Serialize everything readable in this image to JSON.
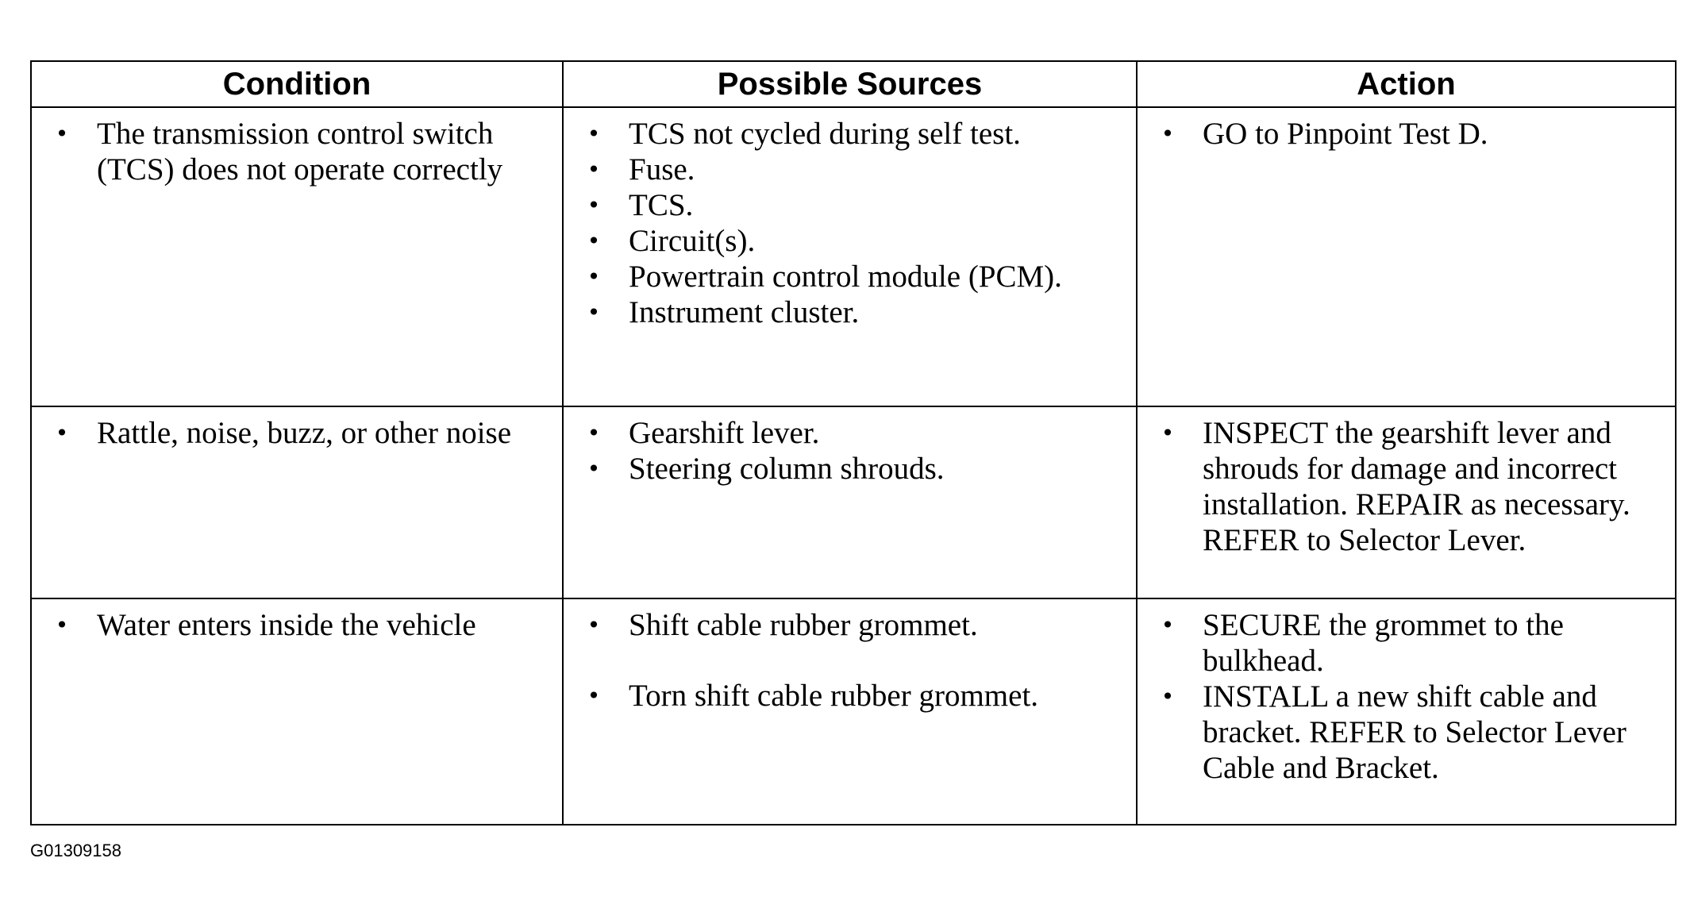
{
  "table": {
    "headers": [
      "Condition",
      "Possible Sources",
      "Action"
    ],
    "rows": [
      {
        "condition": [
          "The transmission control switch (TCS) does not operate correctly"
        ],
        "sources": [
          "TCS not cycled during self test.",
          "Fuse.",
          "TCS.",
          "Circuit(s).",
          "Powertrain control module (PCM).",
          "Instrument cluster."
        ],
        "action": [
          "GO to Pinpoint Test D."
        ]
      },
      {
        "condition": [
          "Rattle, noise, buzz, or other noise"
        ],
        "sources": [
          "Gearshift lever.",
          "Steering column shrouds."
        ],
        "action": [
          "INSPECT the gearshift lever and shrouds for damage and incorrect installation. REPAIR as necessary. REFER to Selector Lever."
        ]
      },
      {
        "condition": [
          "Water enters inside the vehicle"
        ],
        "sources": [
          "Shift cable rubber grommet.",
          "Torn shift cable rubber grommet."
        ],
        "action": [
          "SECURE the grommet to the bulkhead.",
          "INSTALL a new shift cable and bracket. REFER to Selector Lever Cable and Bracket."
        ]
      }
    ]
  },
  "bullet_glyph": "•",
  "figure_id": "G01309158"
}
